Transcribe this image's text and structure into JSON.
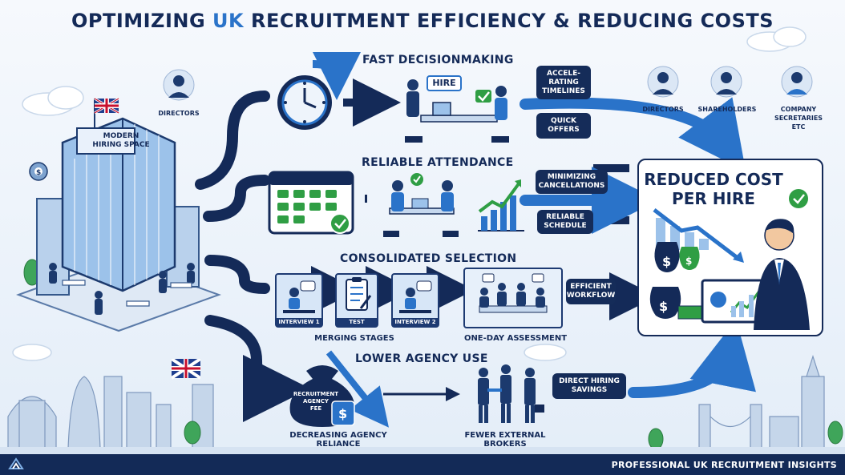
{
  "header": {
    "title_pre": "OPTIMIZING ",
    "title_accent": "UK",
    "title_post": " RECRUITMENT EFFICIENCY & REDUCING COSTS"
  },
  "left": {
    "directors_label": "DIRECTORS",
    "building_sign": "MODERN\nHIRING SPACE"
  },
  "sections": {
    "fast": {
      "title": "FAST DECISIONMAKING",
      "hire_bubble": "HIRE",
      "pills": [
        "ACCELE-\nRATING\nTIMELINES",
        "QUICK\nOFFERS"
      ]
    },
    "reliable": {
      "title": "RELIABLE ATTENDANCE",
      "pills": [
        "MINIMIZING\nCANCELLATIONS",
        "RELIABLE\nSCHEDULE"
      ]
    },
    "consolidated": {
      "title": "CONSOLIDATED SELECTION",
      "steps": [
        "INTERVIEW 1",
        "TEST",
        "INTERVIEW 2"
      ],
      "merging_label": "MERGING STAGES",
      "assessment_label": "ONE-DAY ASSESSMENT",
      "pill": "EFFICIENT\nWORKFLOW"
    },
    "agency": {
      "title": "LOWER AGENCY USE",
      "bag_text": "RECRUITMENT\nAGENCY\nFEE",
      "decreasing_label": "DECREASING AGENCY\nRELIANCE",
      "brokers_label": "FEWER EXTERNAL\nBROKERS",
      "pill": "DIRECT HIRING\nSAVINGS"
    }
  },
  "right": {
    "stakeholders": [
      "DIRECTORS",
      "SHAREHOLDERS",
      "COMPANY\nSECRETARIES\nETC"
    ],
    "result_title": "REDUCED COST\nPER HIRE"
  },
  "footer": {
    "text": "PROFESSIONAL UK RECRUITMENT INSIGHTS"
  },
  "colors": {
    "navy": "#142a58",
    "accent_blue": "#2a73c9",
    "green": "#2f9e44",
    "light_blue": "#d7e6f7"
  }
}
